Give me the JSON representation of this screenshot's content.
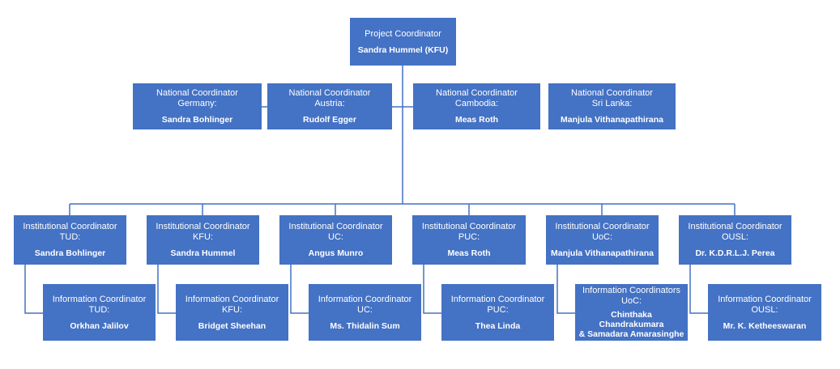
{
  "chart": {
    "project": {
      "title": "Project Coordinator",
      "name": "Sandra  Hummel (KFU)"
    },
    "national": [
      {
        "title": "National Coordinator\nGermany:",
        "name": "Sandra  Bohlinger"
      },
      {
        "title": "National Coordinator\nAustria:",
        "name": "Rudolf Egger"
      },
      {
        "title": "National Coordinator\nCambodia:",
        "name": "Meas Roth"
      },
      {
        "title": "National Coordinator\nSri Lanka:",
        "name": "Manjula  Vithanapathirana"
      }
    ],
    "institutional": [
      {
        "title": "Institutional Coordinator\nTUD:",
        "name": "Sandra Bohlinger"
      },
      {
        "title": "Institutional Coordinator\nKFU:",
        "name": "Sandra Hummel"
      },
      {
        "title": "Institutional Coordinator\nUC:",
        "name": "Angus Munro"
      },
      {
        "title": "Institutional Coordinator\nPUC:",
        "name": "Meas Roth"
      },
      {
        "title": "Institutional Coordinator\nUoC:",
        "name": "Manjula  Vithanapathirana"
      },
      {
        "title": "Institutional Coordinator\nOUSL:",
        "name": "Dr. K.D.R.L.J. Perea"
      }
    ],
    "information": [
      {
        "title": "Information Coordinator\nTUD:",
        "name": "Orkhan  Jalilov"
      },
      {
        "title": "Information Coordinator\nKFU:",
        "name": "Bridget Sheehan"
      },
      {
        "title": "Information Coordinator\nUC:",
        "name": "Ms. Thidalin Sum"
      },
      {
        "title": "Information Coordinator\nPUC:",
        "name": "Thea Linda"
      },
      {
        "title": "Information Coordinators\nUoC:",
        "name": "Chinthaka  Chandrakumara\n& Samadara Amarasinghe"
      },
      {
        "title": "Information Coordinator\nOUSL:",
        "name": "Mr. K. Ketheeswaran"
      }
    ]
  }
}
